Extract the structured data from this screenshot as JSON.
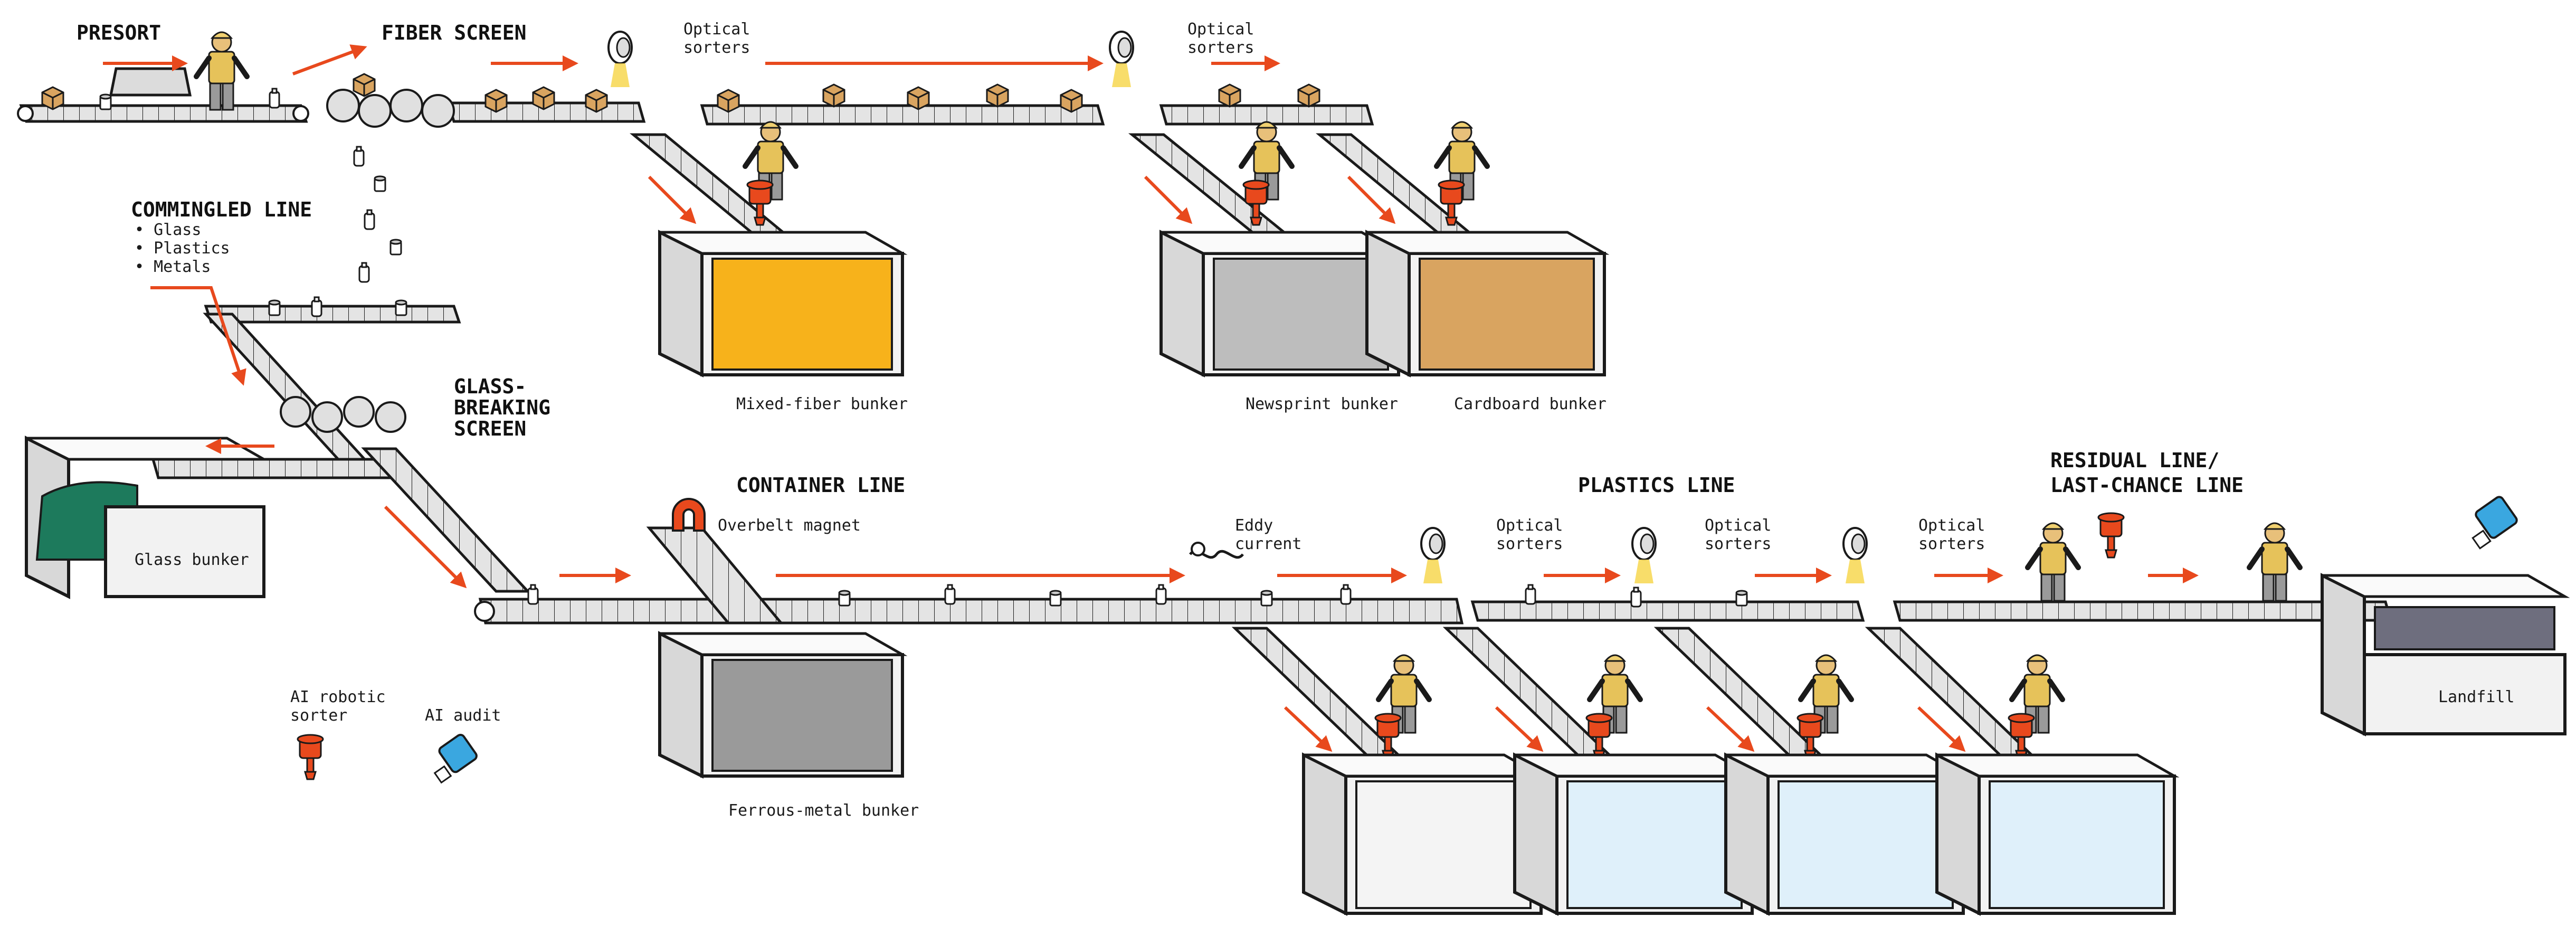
{
  "headers": {
    "presort": "PRESORT",
    "fiber_screen": "FIBER SCREEN",
    "commingled_line": "COMMINGLED LINE",
    "glass_breaking_1": "GLASS-",
    "glass_breaking_2": "BREAKING",
    "glass_breaking_3": "SCREEN",
    "container_line": "CONTAINER LINE",
    "plastics_line": "PLASTICS LINE",
    "residual_line_1": "RESIDUAL LINE/",
    "residual_line_2": "LAST-CHANCE LINE"
  },
  "commingled_items": [
    "• Glass",
    "• Plastics",
    "• Metals"
  ],
  "labels": {
    "optical_sorters_a": [
      "Optical",
      "sorters"
    ],
    "optical_sorters_b": [
      "Optical",
      "sorters"
    ],
    "optical_sorters_c": [
      "Optical",
      "sorters"
    ],
    "optical_sorters_d": [
      "Optical",
      "sorters"
    ],
    "optical_sorters_e": [
      "Optical",
      "sorters"
    ],
    "overbelt_magnet": "Overbelt magnet",
    "eddy_current": [
      "Eddy",
      "current"
    ]
  },
  "bunkers": {
    "mixed_fiber": "Mixed-fiber bunker",
    "newsprint": "Newsprint bunker",
    "cardboard": "Cardboard bunker",
    "glass": "Glass bunker",
    "ferrous": "Ferrous-metal bunker",
    "landfill": "Landfill"
  },
  "legend": {
    "ai_robotic_sorter": [
      "AI robotic",
      "sorter"
    ],
    "ai_audit": "AI audit"
  },
  "colors": {
    "accent_arrow": "#e8491d",
    "mixed_fiber": "#f7b21b",
    "cardboard": "#d9a460",
    "newsprint": "#bdbdbd",
    "glass": "#1d7a5c",
    "plastic": "#dff0fa",
    "ai_audit": "#3aa7e0",
    "robot": "#e8491d"
  },
  "icons": [
    "worker-icon",
    "robot-sorter-icon",
    "ai-audit-icon",
    "optical-sorter-icon",
    "magnet-icon",
    "eddy-current-icon",
    "screen-icon"
  ]
}
